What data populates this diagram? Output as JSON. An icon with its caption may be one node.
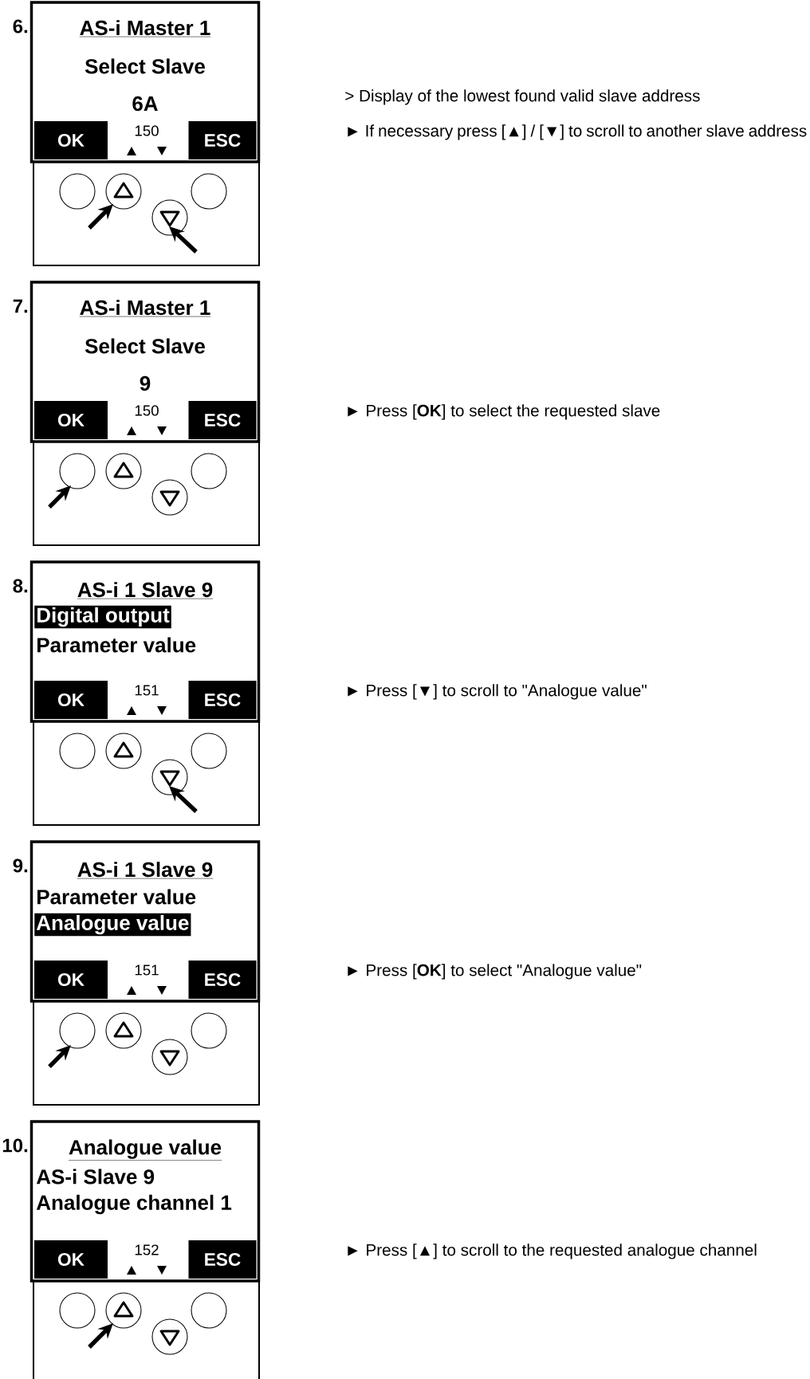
{
  "diagram": {
    "nodes": [
      {
        "text": [
          "AS-i Master 1",
          "Select Slave",
          "6A"
        ],
        "beside": [
          "6."
        ]
      },
      {
        "text": [
          "OK"
        ],
        "in": 0
      },
      {
        "text": [
          "ESC"
        ],
        "in": 0
      },
      {
        "text": [
          "AS-i Master 1",
          "Select Slave",
          "9"
        ],
        "beside": [
          "7."
        ]
      },
      {
        "text": [
          "OK"
        ],
        "in": 3
      },
      {
        "text": [
          "ESC"
        ],
        "in": 3
      },
      {
        "text": [
          "AS-i 1 Slave 9",
          "Digital output",
          "Parameter value"
        ],
        "beside": [
          "8."
        ]
      },
      {
        "text": [
          "OK"
        ],
        "in": 6
      },
      {
        "text": [
          "ESC"
        ],
        "in": 6
      },
      {
        "text": [
          "AS-i 1 Slave 9",
          "Parameter value",
          "Analogue value"
        ],
        "beside": [
          "9."
        ]
      },
      {
        "text": [
          "OK"
        ],
        "in": 9
      },
      {
        "text": [
          "ESC"
        ],
        "in": 9
      },
      {
        "text": [
          "Analogue value",
          "AS-i Slave 9",
          "Analogue channel 1"
        ],
        "beside": [
          "10."
        ]
      },
      {
        "text": [
          "OK"
        ],
        "in": 12
      },
      {
        "text": [
          "ESC"
        ],
        "in": 12
      }
    ],
    "labels": [
      "150",
      "> Display of the lowest found valid slave address",
      "► If necessary press [▲] / [▼] to scroll to another slave address",
      "150",
      "► Press [**OK**] to select the requested slave",
      "151",
      "► Press [▼] to scroll to \"Analogue value\"",
      "151",
      "► Press [**OK**] to select \"Analogue value\"",
      "152",
      "► Press [▲] to scroll to the requested analogue channel"
    ]
  }
}
